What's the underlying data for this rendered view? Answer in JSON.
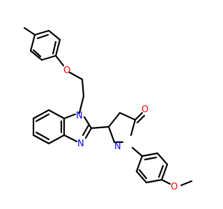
{
  "molecule": {
    "atoms": {
      "n_imidazole_1": "N",
      "n_imidazole_2": "N",
      "n_pyrrolidinone": "N",
      "o_ether": "O",
      "o_carbonyl": "O",
      "o_methoxy": "O"
    },
    "colors": {
      "bond": "#000000",
      "nitrogen": "#0000ff",
      "oxygen": "#ff0000",
      "background": "#ffffff"
    }
  }
}
